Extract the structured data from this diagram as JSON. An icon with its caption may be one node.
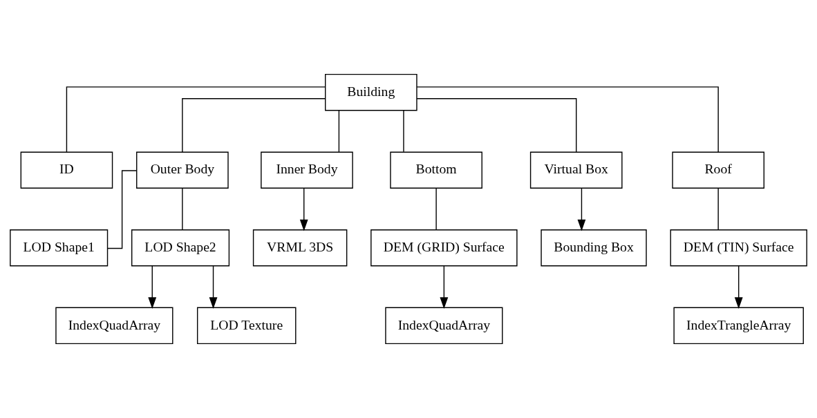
{
  "diagram": {
    "nodes": [
      {
        "text": [
          "Building"
        ]
      },
      {
        "text": [
          "ID"
        ]
      },
      {
        "text": [
          "Outer Body"
        ]
      },
      {
        "text": [
          "Inner Body"
        ]
      },
      {
        "text": [
          "Bottom"
        ]
      },
      {
        "text": [
          "Virtual Box"
        ]
      },
      {
        "text": [
          "Roof"
        ]
      },
      {
        "text": [
          "LOD Shape1"
        ]
      },
      {
        "text": [
          "LOD Shape2"
        ]
      },
      {
        "text": [
          "VRML 3DS"
        ]
      },
      {
        "text": [
          "DEM (GRID) Surface"
        ]
      },
      {
        "text": [
          "Bounding Box"
        ]
      },
      {
        "text": [
          "DEM (TIN) Surface"
        ]
      },
      {
        "text": [
          "IndexQuadArray"
        ]
      },
      {
        "text": [
          "LOD Texture"
        ]
      },
      {
        "text": [
          "IndexQuadArray"
        ]
      },
      {
        "text": [
          "IndexTrangleArray"
        ]
      }
    ],
    "edges": [
      {
        "from": 0,
        "to": 1,
        "arrow": "none"
      },
      {
        "from": 0,
        "to": 2,
        "arrow": "none"
      },
      {
        "from": 0,
        "to": 3,
        "arrow": "none"
      },
      {
        "from": 0,
        "to": 4,
        "arrow": "none"
      },
      {
        "from": 0,
        "to": 5,
        "arrow": "none"
      },
      {
        "from": 0,
        "to": 6,
        "arrow": "none"
      },
      {
        "from": 2,
        "to": 7,
        "arrow": "none"
      },
      {
        "from": 2,
        "to": 8,
        "arrow": "none"
      },
      {
        "from": 3,
        "to": 9,
        "arrow": "to"
      },
      {
        "from": 4,
        "to": 10,
        "arrow": "none"
      },
      {
        "from": 5,
        "to": 11,
        "arrow": "to"
      },
      {
        "from": 6,
        "to": 12,
        "arrow": "none"
      },
      {
        "from": 8,
        "to": 13,
        "arrow": "to"
      },
      {
        "from": 8,
        "to": 14,
        "arrow": "to"
      },
      {
        "from": 10,
        "to": 15,
        "arrow": "to"
      },
      {
        "from": 12,
        "to": 16,
        "arrow": "to"
      }
    ]
  }
}
